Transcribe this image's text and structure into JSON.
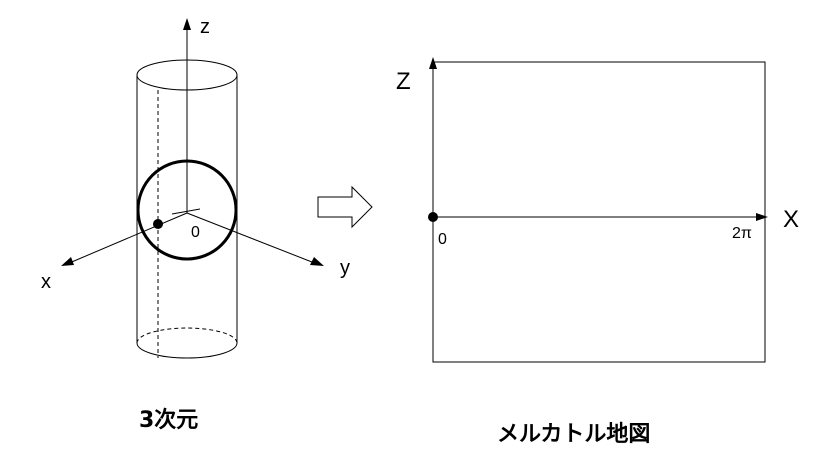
{
  "left_diagram": {
    "caption": "3次元",
    "axis_labels": {
      "z": "z",
      "x": "x",
      "y": "y"
    },
    "origin_label": "0"
  },
  "right_diagram": {
    "caption": "メルカトル地図",
    "axis_labels": {
      "z": "Z",
      "x": "X"
    },
    "origin_label": "0",
    "x_end_label": "2π"
  },
  "colors": {
    "ink": "#000000",
    "arrow_fill": "#ffffff"
  }
}
